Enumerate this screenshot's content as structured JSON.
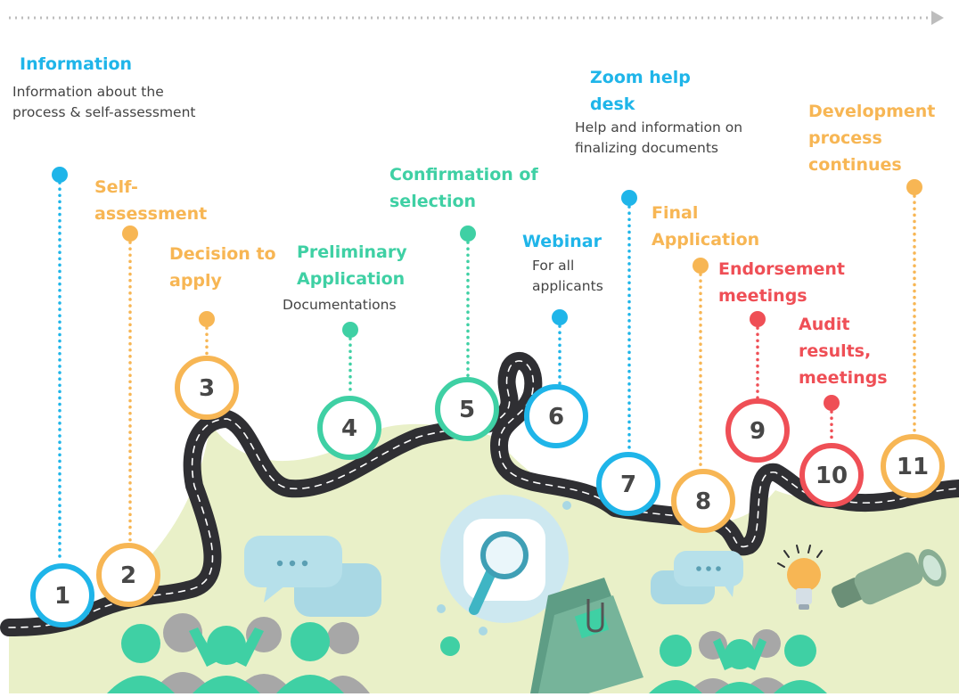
{
  "steps": [
    {
      "number": "1",
      "title": "Information",
      "description": "Information about the process & self-assessment",
      "color": "#1fb5e9"
    },
    {
      "number": "2",
      "title": "Self-assessment",
      "description": "",
      "color": "#f7b654"
    },
    {
      "number": "3",
      "title": "Decision to apply",
      "description": "",
      "color": "#f7b654"
    },
    {
      "number": "4",
      "title": "Preliminary Application",
      "description": "Documentations",
      "color": "#3fd0a4"
    },
    {
      "number": "5",
      "title": "Confirmation of selection",
      "description": "",
      "color": "#3fd0a4"
    },
    {
      "number": "6",
      "title": "Webinar",
      "description": "For all applicants",
      "color": "#1fb5e9"
    },
    {
      "number": "7",
      "title": "Zoom help desk",
      "description": "Help and information on finalizing documents",
      "color": "#1fb5e9"
    },
    {
      "number": "8",
      "title": "Final Application",
      "description": "",
      "color": "#f7b654"
    },
    {
      "number": "9",
      "title": "Endorsement meetings",
      "description": "",
      "color": "#ef4f56"
    },
    {
      "number": "10",
      "title": "Audit results, meetings",
      "description": "",
      "color": "#ef4f56"
    },
    {
      "number": "11",
      "title": "Development process continues",
      "description": "",
      "color": "#f7b654"
    }
  ],
  "colors": {
    "blue": "#1fb5e9",
    "orange": "#f7b654",
    "green": "#3fd0a4",
    "red": "#ef4f56",
    "land": "#e9f0c8",
    "road": "#2f2f33",
    "people_green": "#3fd0a4",
    "people_gray": "#a7a7a7",
    "bubble": "#a9d8e4"
  },
  "icons": [
    "timeline-arrow-icon",
    "speech-bubble-icon",
    "magnifier-icon",
    "folder-icon",
    "paperclip-icon",
    "lightbulb-icon",
    "telescope-icon",
    "people-icon"
  ]
}
